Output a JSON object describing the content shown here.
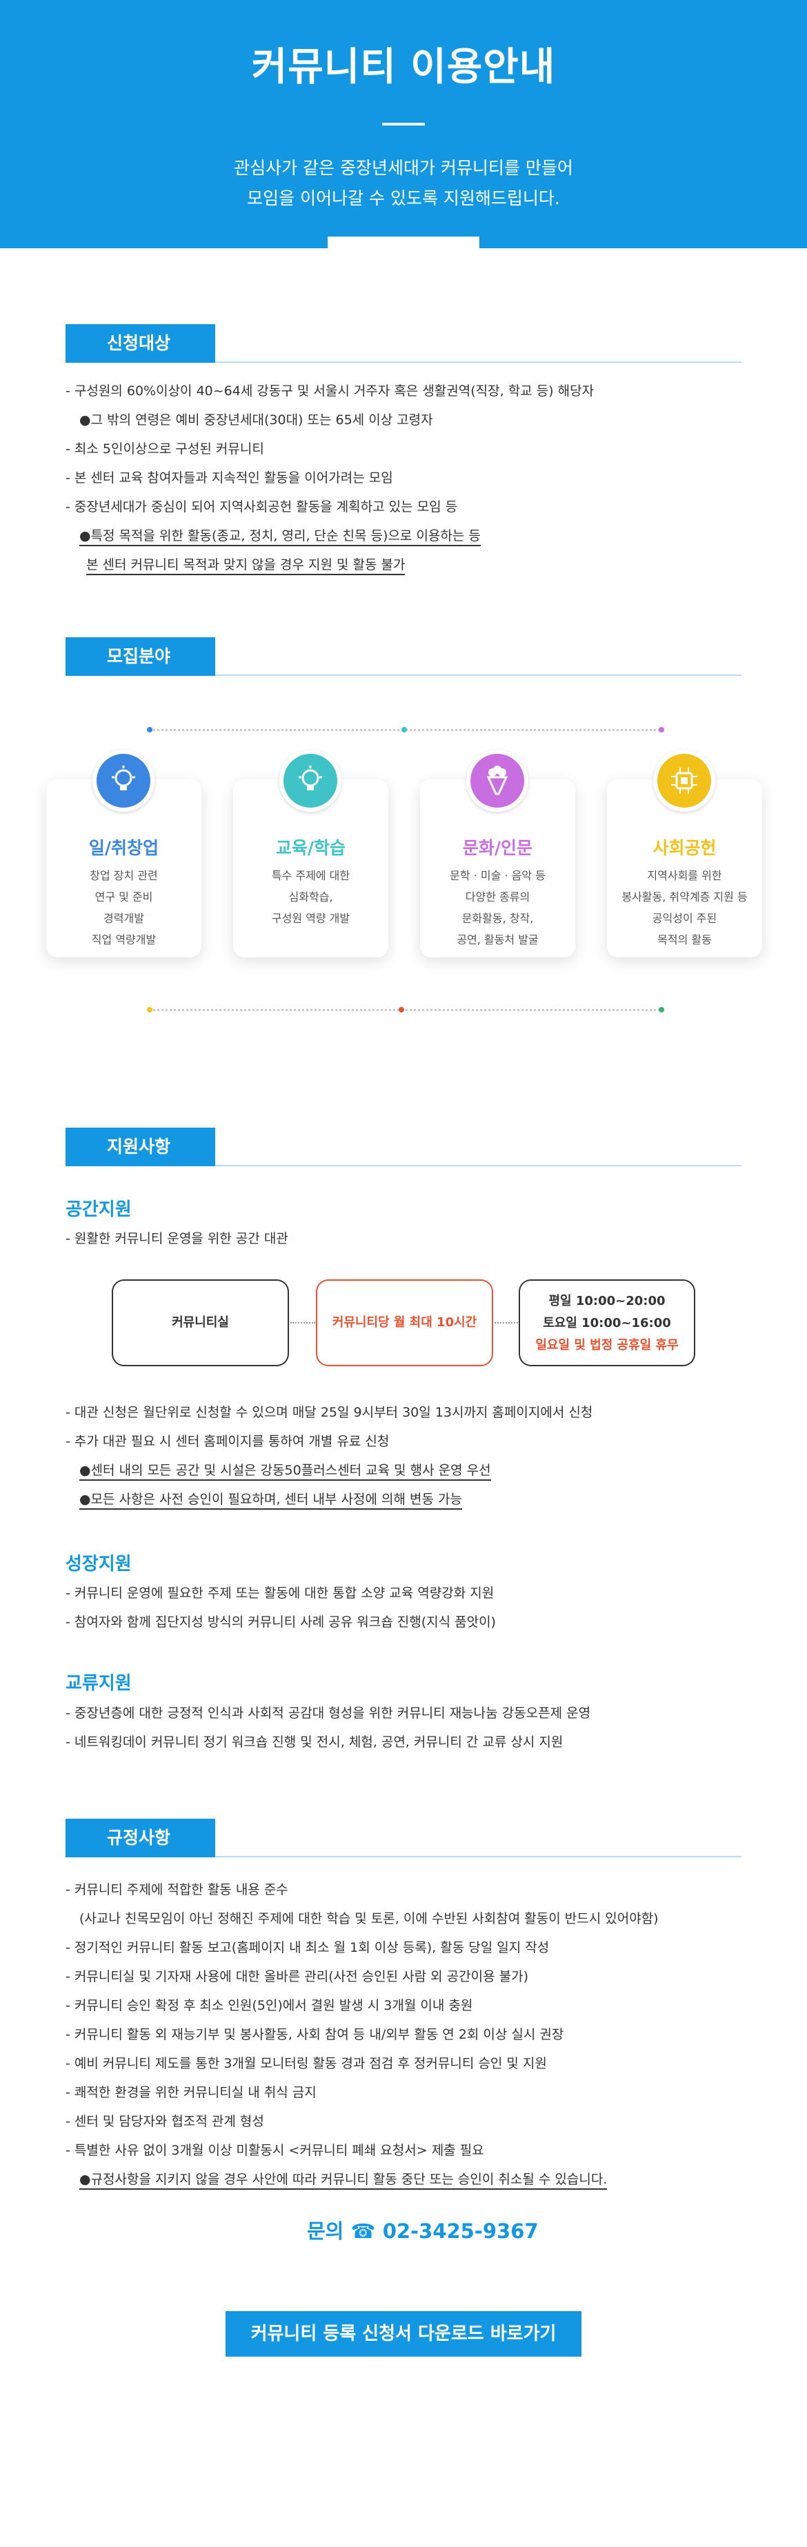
{
  "hero": {
    "title": "커뮤니티 이용안내",
    "subtitle_line1": "관심사가 같은 중장년세대가 커뮤니티를 만들어",
    "subtitle_line2": "모임을 이어나갈 수 있도록 지원해드립니다."
  },
  "target": {
    "heading": "신청대상",
    "items": [
      "- 구성원의 60%이상이 40~64세 강동구 및 서울시 거주자 혹은 생활권역(직장, 학교 등) 해당자",
      "●그 밖의 연령은 예비 중장년세대(30대) 또는 65세 이상 고령자",
      "- 최소 5인이상으로 구성된 커뮤니티",
      "- 본 센터 교육 참여자들과 지속적인 활동을 이어가려는 모임",
      "- 중장년세대가 중심이 되어 지역사회공헌 활동을 계획하고 있는 모임 등",
      "●특정 목적을 위한 활동(종교, 정치, 영리, 단순 친목 등)으로 이용하는 등",
      "본 센터 커뮤니티 목적과 맞지 않을 경우 지원 및 활동 불가"
    ]
  },
  "fields": {
    "heading": "모집분야",
    "cards": [
      {
        "title": "일/취창업",
        "color": "#3a86e0",
        "desc": [
          "창업 장치 관련",
          "연구 및 준비",
          "경력개발",
          "직업 역량개발"
        ],
        "icon": "lightbulb-icon"
      },
      {
        "title": "교육/학습",
        "color": "#3fc3c6",
        "desc": [
          "특수 주제에 대한",
          "심화학습,",
          "구성원 역량 개발"
        ],
        "icon": "lightbulb-icon"
      },
      {
        "title": "문화/인문",
        "color": "#c86ee0",
        "desc": [
          "문학 · 미술 · 음악 등",
          "다양한 종류의",
          "문화활동, 창작,",
          "공연, 활동처 발굴"
        ],
        "icon": "bouquet-icon"
      },
      {
        "title": "사회공헌",
        "color": "#f3c21a",
        "desc": [
          "지역사회를 위한",
          "봉사활동, 취약계층 지원 등",
          "공익성이 주된",
          "목적의 활동"
        ],
        "icon": "chip-icon"
      }
    ]
  },
  "support": {
    "heading": "지원사항",
    "space": {
      "title": "공간지원",
      "desc": "- 원활한 커뮤니티 운영을 위한 공간 대관",
      "box1": "커뮤니티실",
      "box2": "커뮤니티당 월 최대 10시간",
      "box3_line1": "평일 10:00~20:00",
      "box3_line2": "토요일 10:00~16:00",
      "box3_line3": "일요일 및 법정 공휴일 휴무",
      "notes": [
        "- 대관 신청은 월단위로 신청할 수 있으며 매달 25일 9시부터 30일 13시까지 홈페이지에서 신청",
        "- 추가 대관 필요 시 센터 홈페이지를 통하여 개별 유료 신청",
        "●센터 내의 모든 공간 및 시설은 강동50플러스센터 교육 및 행사 운영 우선",
        "●모든 사항은 사전 승인이 필요하며, 센터 내부 사정에 의해 변동 가능"
      ]
    },
    "growth": {
      "title": "성장지원",
      "items": [
        "- 커뮤니티 운영에 필요한 주제 또는 활동에 대한 통합 소양 교육 역량강화 지원",
        "- 참여자와 함께 집단지성 방식의 커뮤니티 사례 공유 워크숍 진행(지식 품앗이)"
      ]
    },
    "exchange": {
      "title": "교류지원",
      "items": [
        "- 중장년층에 대한 긍정적 인식과 사회적 공감대 형성을 위한 커뮤니티 재능나눔 강동오픈제 운영",
        "- 네트워킹데이 커뮤니티 정기 워크숍 진행 및 전시, 체험, 공연, 커뮤니티 간 교류 상시 지원"
      ]
    }
  },
  "rules": {
    "heading": "규정사항",
    "items": [
      "- 커뮤니티 주제에 적합한 활동 내용 준수",
      "(사교나 친목모임이 아닌 정해진 주제에 대한 학습 및 토론, 이에 수반된 사회참여 활동이 반드시 있어야함)",
      "- 정기적인 커뮤니티 활동 보고(홈페이지 내 최소 월 1회 이상 등록), 활동 당일 일지 작성",
      "- 커뮤니티실 및 기자재 사용에 대한 올바른 관리(사전 승인된 사람 외 공간이용 불가)",
      "- 커뮤니티 승인 확정 후 최소 인원(5인)에서 결원 발생 시 3개월 이내 충원",
      "- 커뮤니티 활동 외 재능기부 및 봉사활동, 사회 참여 등 내/외부 활동 연 2회 이상 실시 권장",
      "- 예비 커뮤니티 제도를 통한 3개월 모니터링 활동 경과 점검 후 정커뮤니티 승인 및 지원",
      "- 쾌적한 환경을 위한 커뮤니티실 내 취식 금지",
      "- 센터 및 담당자와 협조적 관계 형성",
      "- 특별한 사유 없이 3개월 이상 미활동시 <커뮤니티 폐쇄 요청서> 제출 필요",
      "●규정사항을 지키지 않을 경우 사안에 따라 커뮤니티 활동 중단 또는 승인이 취소될 수 있습니다."
    ]
  },
  "contact": {
    "label": "문의",
    "phone": "☎ 02-3425-9367"
  },
  "cta": {
    "label": "커뮤니티 등록 신청서 다운로드 바로가기"
  }
}
